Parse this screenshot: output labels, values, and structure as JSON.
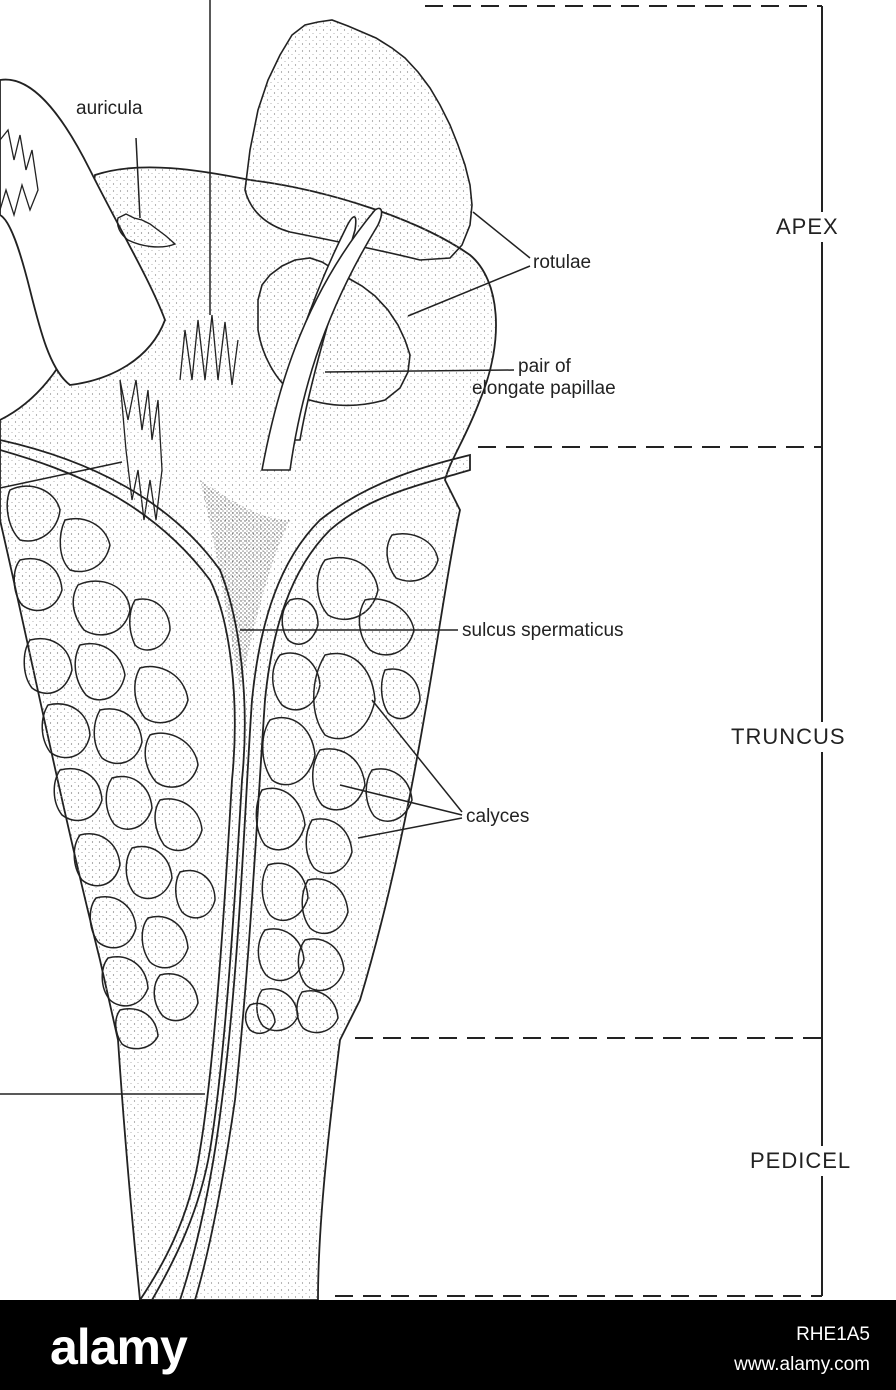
{
  "figure": {
    "labels": {
      "auricula": "auricula",
      "rotulae": "rotulae",
      "elongate_papillae_line1": "pair of",
      "elongate_papillae_line2": "elongate papillae",
      "sulcus_spermaticus": "sulcus spermaticus",
      "calyces": "calyces"
    },
    "regions": {
      "apex": "APEX",
      "truncus": "TRUNCUS",
      "pedicel": "PEDICEL"
    }
  },
  "watermark": {
    "logo": "alamy",
    "image_code": "RHE1A5",
    "site": "www.alamy.com"
  }
}
